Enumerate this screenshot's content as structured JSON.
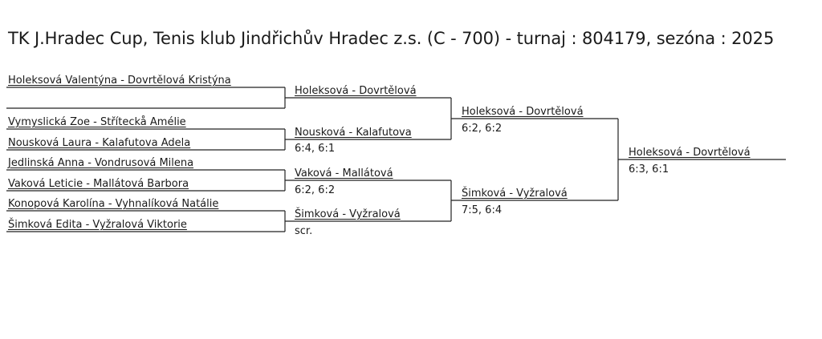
{
  "title": "TK J.Hradec Cup, Tenis klub Jindřichův Hradec z.s. (C - 700) - turnaj : 804179, sezóna : 2025",
  "round1": [
    {
      "name": "Holeksová Valentýna - Dovrtělová Kristýna"
    },
    {
      "name": ""
    },
    {
      "name": "Vymyslická Zoe - Stříteckå  Amélie"
    },
    {
      "name": "Nousková Laura - Kalafutova Adela"
    },
    {
      "name": "Jedlinská Anna - Vondrusová Milena"
    },
    {
      "name": "Vaková Leticie - Mallátová Barbora"
    },
    {
      "name": "Konopová Karolína - Vyhnalíková Natálie"
    },
    {
      "name": "Šimková  Edita - Vyžralová Viktorie"
    }
  ],
  "round2": [
    {
      "name": "Holeksová - Dovrtělová",
      "score": ""
    },
    {
      "name": "Nousková - Kalafutova",
      "score": "6:4, 6:1"
    },
    {
      "name": "Vaková - Mallátová",
      "score": "6:2, 6:2"
    },
    {
      "name": "Šimková  - Vyžralová",
      "score": "scr."
    }
  ],
  "round3": [
    {
      "name": "Holeksová - Dovrtělová",
      "score": "6:2, 6:2"
    },
    {
      "name": "Šimková  - Vyžralová",
      "score": "7:5, 6:4"
    }
  ],
  "final": {
    "name": "Holeksová - Dovrtělová",
    "score": "6:3, 6:1"
  }
}
